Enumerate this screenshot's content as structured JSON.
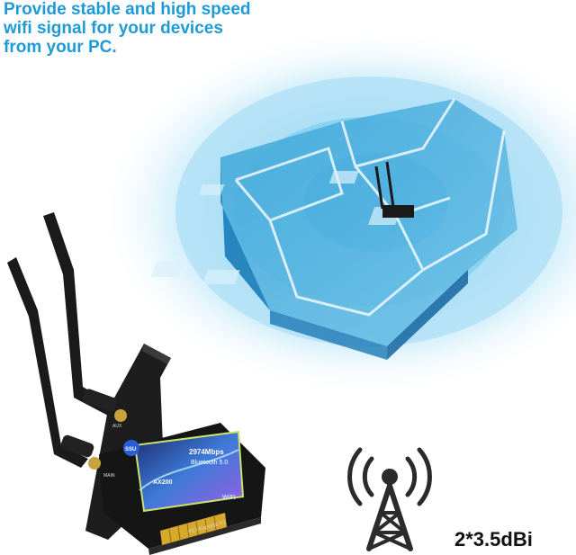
{
  "headline": {
    "line1": "Provide stable and high speed",
    "line2": "wifi signal for your devices",
    "line3": "from your PC."
  },
  "card": {
    "speed": "2974Mbps",
    "bluetooth": "Bluetooth 5.0",
    "model": "AX200",
    "wifi_badge": "WiFi",
    "interface": "PCI-Express X1",
    "brand_logo": "SSU",
    "antenna_label_left": "AUX",
    "antenna_label_right": "MAIN"
  },
  "antenna": {
    "gain_label": "2*3.5dBi",
    "icon": "antenna-tower-icon"
  },
  "colors": {
    "headline": "#1e9ad6",
    "signal": "#5ec3ef",
    "pcb": "#1a1a1a",
    "gold": "#d8a82a"
  }
}
